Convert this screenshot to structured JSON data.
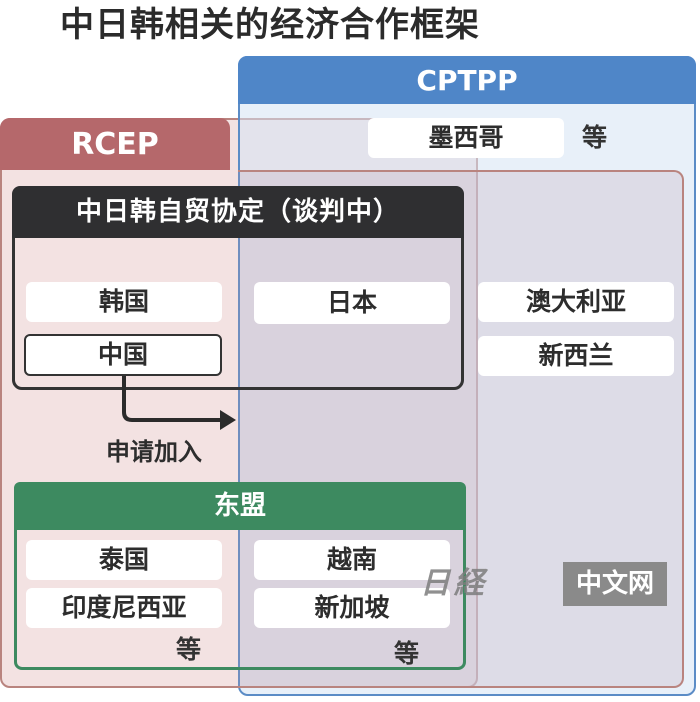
{
  "title": "中日韩相关的经济合作框架",
  "rcep": {
    "label": "RCEP"
  },
  "cptpp": {
    "label": "CPTPP",
    "members": [
      "墨西哥"
    ],
    "etc": "等"
  },
  "fta": {
    "label": "中日韩自贸协定（谈判中）",
    "korea": "韩国",
    "china": "中国",
    "japan": "日本"
  },
  "cptpp_rcep_members": [
    "澳大利亚",
    "新西兰"
  ],
  "apply": "申请加入",
  "asean": {
    "label": "东盟",
    "left_members": [
      "泰国",
      "印度尼西亚"
    ],
    "right_members": [
      "越南",
      "新加坡"
    ],
    "etc": "等"
  },
  "watermark": {
    "logo": "日経",
    "text": "中文网"
  },
  "colors": {
    "rcep": "#b5686b",
    "cptpp": "#4f86c8",
    "fta": "#2f2f31",
    "asean": "#3d8a60"
  }
}
